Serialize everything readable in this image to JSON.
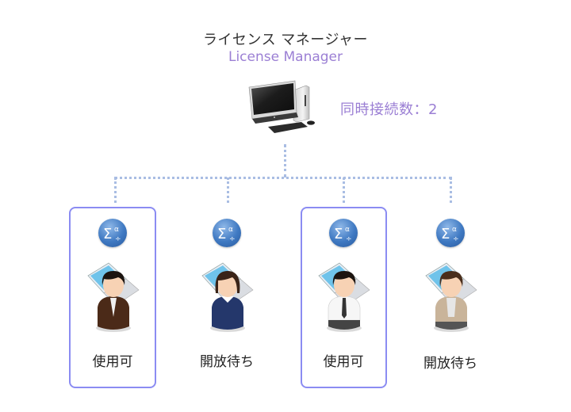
{
  "header": {
    "title_ja": "ライセンス マネージャー",
    "title_en": "License Manager"
  },
  "server": {
    "icon": "desktop-computer-icon",
    "concurrent_label": "同時接続数：2"
  },
  "colors": {
    "accent_purple": "#9b7fd4",
    "box_border": "#8b8cf2",
    "connector": "#a9bde3",
    "sigma_blue": "#3f79c2"
  },
  "clients": [
    {
      "status": "使用可",
      "highlighted": true,
      "person": "man-brown-suit",
      "icon": "sigma-alpha-icon"
    },
    {
      "status": "開放待ち",
      "highlighted": false,
      "person": "woman-navy-uniform",
      "icon": "sigma-alpha-icon"
    },
    {
      "status": "使用可",
      "highlighted": true,
      "person": "man-white-shirt-tie",
      "icon": "sigma-alpha-icon"
    },
    {
      "status": "開放待ち",
      "highlighted": false,
      "person": "man-beige-jacket",
      "icon": "sigma-alpha-icon"
    }
  ]
}
